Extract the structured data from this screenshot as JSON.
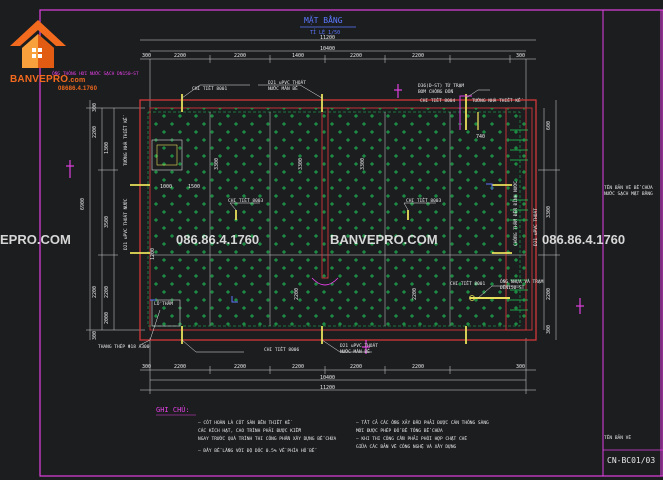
{
  "drawing": {
    "title": "MẶT BẰNG",
    "scale": "TỈ LỆ 1/50",
    "sheet_code": "CN-BC01/03",
    "dims_top_total": "11200",
    "dims_top_inner": "10400",
    "dims_top_segments": [
      "300",
      "2200",
      "2200",
      "1400",
      "2200",
      "2200",
      "300"
    ],
    "dims_bottom_segments": [
      "300",
      "2200",
      "2200",
      "2200",
      "2200",
      "2200",
      "300"
    ],
    "dims_bottom_inner": "10400",
    "dims_bottom_total": "11200",
    "dims_left_outer": [
      "300",
      "2200",
      "6900",
      "2200",
      "300"
    ],
    "dims_left_inner": [
      "1300",
      "3500",
      "2200",
      "2000"
    ],
    "dims_right": [
      "600",
      "3300",
      "2200",
      "300"
    ],
    "dims_inner_misc": [
      "1000",
      "1500",
      "3300",
      "3300",
      "2200",
      "2200",
      "1200",
      "740",
      "3300"
    ]
  },
  "labels": {
    "pipe_top_left": "ỐNG THÔNG HƠI NƯỚC SẠCH DN150–ST",
    "detail_top_left": "CHI TIẾT 8001",
    "pipe_top_mid": "D21 uPVC THOÁT NƯỚC MÀN BÊ",
    "pipe_top_right": "D36(D–ST) TỪ TRẠM BƠM CHỐNG ĐỐN",
    "detail_top_right": "CHI TIẾT 8004",
    "wall_right": "TƯỜNG NHÀ THIẾT KẾ",
    "left_wall": "TƯỜNG NHÀ THIẾT KẾ",
    "left_pipe": "D21 uPVC THOÁT NƯỚC",
    "detail_mid_left": "CHI TIẾT 8003",
    "detail_mid_right": "CHI TIẾT 8003",
    "right_pipe": "CHỐNG THẤM ĐẾN ĐỈNH NƯỚC",
    "right_pipe2": "D21 uPVC THOÁT",
    "detail_lower_right": "CHI TIẾT 8001",
    "pipe_lower_right": "ỐNG NHỰA VÀ TRẠM ĐẾN150–ST",
    "manhole": "LỖ THĂM",
    "ladder": "THANG THÉP Φ18 A300",
    "detail_bottom_left": "CHI TIẾT 8006",
    "pipe_bottom": "D21 uPVC THOÁT NƯỚC MÀN BÊ",
    "right_block": "TÊN BẢN VẼ BỂ CHỨA NƯỚC SẠCH MẶT BẰNG",
    "right_block2": "TÊN BẢN VẼ"
  },
  "notes": {
    "heading": "GHI CHÚ:",
    "items": [
      "– CỐT HOÀN LÀ CỐT SÀN BÊN THIẾT KẾ",
      "CÁC KÍCH HẠT, CAO TRÌNH PHẢI ĐƯỢC KIỂM",
      "NGAY TRƯỚC QUÁ TRÌNH THI CÔNG PHẦN XÂY DỰNG BỂ CHỨA",
      "– ĐÂY BỂ LẮNG VỚI ĐỘ DỐC 0.5% VỀ PHÍA HỐ BỂ",
      "– TẤT CẢ CÁC ỐNG XẢY ĐẦU PHẢI ĐƯỢC CÁN THÔNG SÀNG",
      "MỚI ĐƯỢC PHÉP ĐỔ BÊ TÔNG BỂ CHỨA",
      "– KHI THI CÔNG CẦN PHẢI PHỐI HỢP CHẶT CHẼ",
      "GIỮA CÁC BẢN VẼ CÔNG NGHỆ VÀ XÂY DỰNG"
    ]
  },
  "watermark": {
    "brand": "BANVEPRO.COM",
    "brand_left": "EPRO.COM",
    "phone": "086.86.4.1760",
    "logo_brand": "BANVEPRO",
    "logo_suffix": ".com",
    "logo_phone": "08686.4.1760"
  },
  "colors": {
    "background": "#1b1d1f",
    "frame": "#e040e0",
    "wall": "#d4383a",
    "hatch": "#1fd35a",
    "dimension": "#e8e8e8",
    "pipe": "#e8e05a",
    "logo_orange": "#f26a1e"
  }
}
